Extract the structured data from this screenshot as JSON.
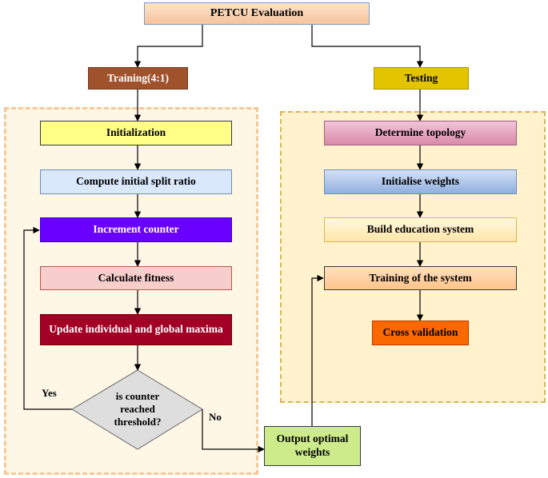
{
  "title": "PETCU Evaluation",
  "training": {
    "label": "Training(4:1)",
    "steps": {
      "initialization": "Initialization",
      "split_ratio": "Compute initial split ratio",
      "increment": "Increment counter",
      "fitness": "Calculate fitness",
      "update": "Update individual and global maxima",
      "decision": "is counter reached threshold?"
    },
    "yes_label": "Yes",
    "no_label": "No"
  },
  "output": "Output optimal weights",
  "testing": {
    "label": "Testing",
    "steps": {
      "topology": "Determine topology",
      "weights": "Initialise weights",
      "build": "Build education system",
      "training_system": "Training of the system",
      "cross_validation": "Cross validation"
    }
  },
  "colors": {
    "title_fill": "#f8cba0",
    "training_label_fill": "#a0522d",
    "testing_label_fill": "#e3c400",
    "initialization_fill": "#ffff88",
    "split_ratio_fill": "#dae8fc",
    "increment_fill": "#6a00ff",
    "fitness_fill": "#f8cecc",
    "update_fill": "#a20025",
    "decision_fill": "#dedede",
    "output_fill": "#cdeb8b",
    "topology_fill": "#e6a0c0",
    "weights_fill": "#a9c4eb",
    "build_fill": "#fff2cc",
    "training_system_fill": "#ffcc99",
    "cross_validation_fill": "#fa6800",
    "region_fill": "#fff7e6",
    "region_border": "#f5c89a",
    "testing_region_fill": "#fff2cc",
    "testing_region_border": "#d6b656"
  }
}
